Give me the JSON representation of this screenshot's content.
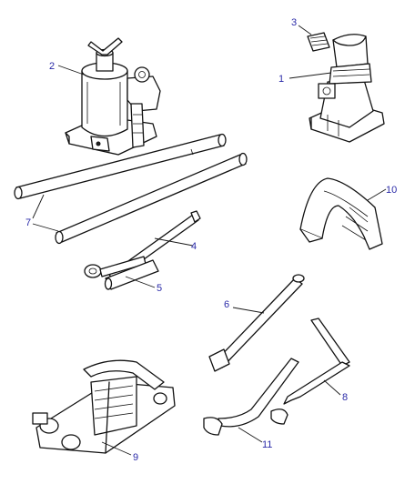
{
  "callouts": [
    {
      "label": "1"
    },
    {
      "label": "2"
    },
    {
      "label": "3"
    },
    {
      "label": "4"
    },
    {
      "label": "5"
    },
    {
      "label": "6"
    },
    {
      "label": "7"
    },
    {
      "label": "8"
    },
    {
      "label": "9"
    },
    {
      "label": "10"
    },
    {
      "label": "11"
    }
  ],
  "colors": {
    "line_ink": "#111111",
    "callout_text": "#2a2aa8",
    "background": "#ffffff"
  }
}
